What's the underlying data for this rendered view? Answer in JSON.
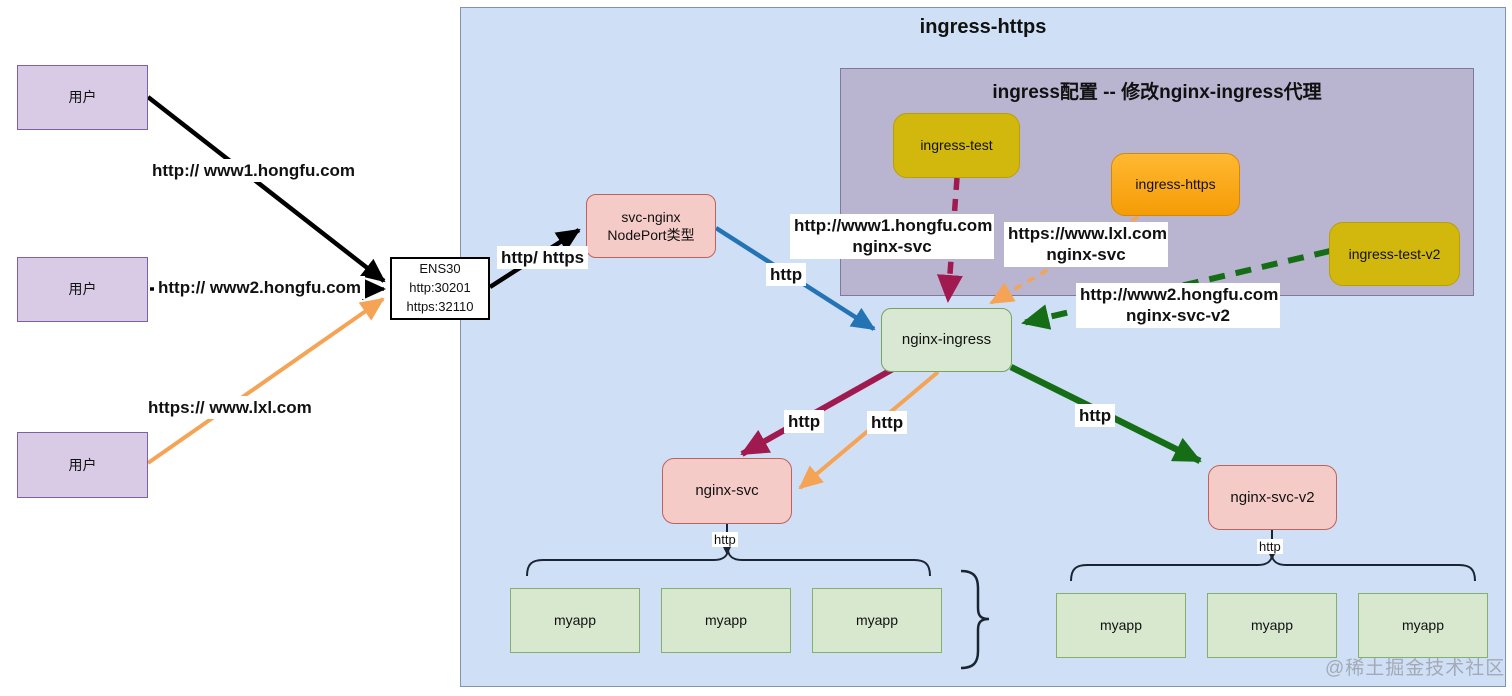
{
  "outer": {
    "title": "ingress-https"
  },
  "panel": {
    "title": "ingress配置 -- 修改nginx-ingress代理"
  },
  "nodes": {
    "user1": "用户",
    "user2": "用户",
    "user3": "用户",
    "ens": {
      "line1": "ENS30",
      "line2": "http:30201",
      "line3": "https:32110"
    },
    "svc_nginx": {
      "line1": "svc-nginx",
      "line2": "NodePort类型"
    },
    "ingress_test": "ingress-test",
    "ingress_https": "ingress-https",
    "ingress_test_v2": "ingress-test-v2",
    "nginx_ingress": "nginx-ingress",
    "nginx_svc": "nginx-svc",
    "nginx_svc_v2": "nginx-svc-v2",
    "myapp": "myapp"
  },
  "edge_labels": {
    "www1": "http:// www1.hongfu.com",
    "www2": "http:// www2.hongfu.com",
    "lxl": "https:// www.lxl.com",
    "http_https": "http/ https",
    "http": "http",
    "rule1_line1": "http://www1.hongfu.com",
    "rule1_line2": "nginx-svc",
    "rule2_line1": "https://www.lxl.com",
    "rule2_line2": "nginx-svc",
    "rule3_line1": "http://www2.hongfu.com",
    "rule3_line2": "nginx-svc-v2"
  },
  "watermark": "@稀土掘金技术社区",
  "colors": {
    "container_bg": "#cfe0f6",
    "panel_bg": "#b9b5d0",
    "user_fill": "#d9cbe5",
    "pink_fill": "#f5cbc8",
    "green_fill": "#d9e8d2",
    "yellow_fill": "#d2b70d",
    "orange_fill": "#f9a60a",
    "arrow_black": "#000000",
    "arrow_orange": "#f5a355",
    "arrow_blue": "#2473b5",
    "arrow_crimson": "#a01a50",
    "arrow_green": "#156e15"
  }
}
